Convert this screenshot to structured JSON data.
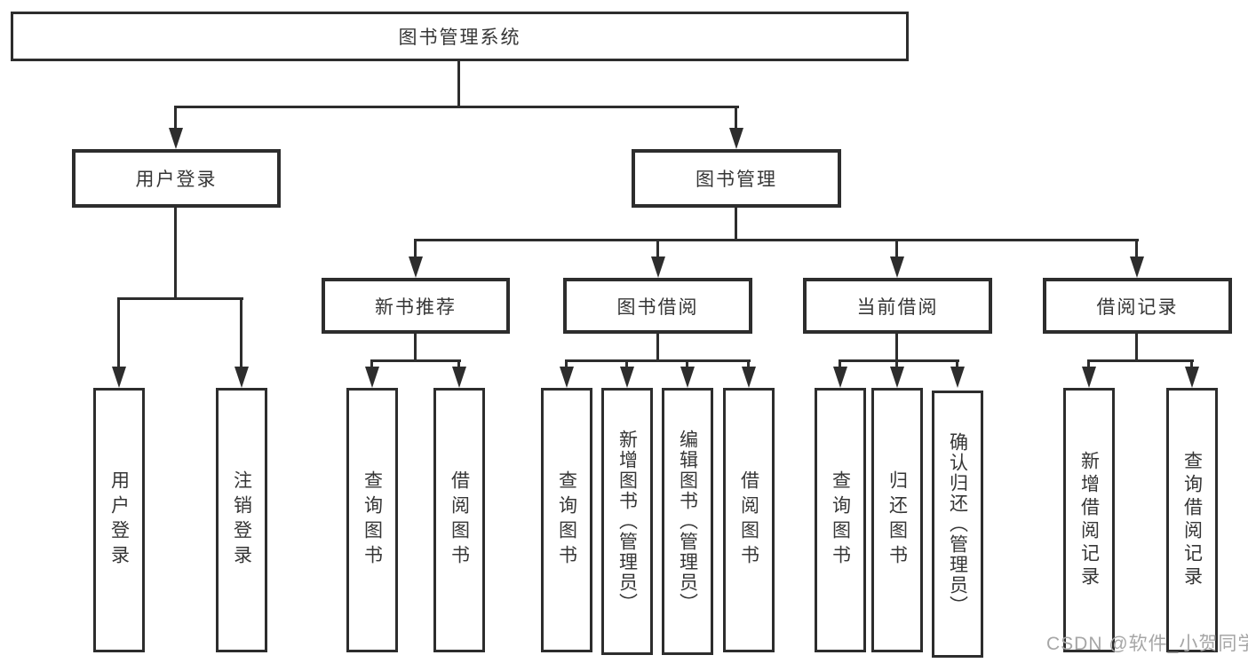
{
  "diagram": {
    "root": {
      "label": "图书管理系统"
    },
    "user_login": {
      "label": "用户登录",
      "children": [
        "用户登录",
        "注销登录"
      ]
    },
    "book_mgmt": {
      "label": "图书管理"
    },
    "new_book": {
      "label": "新书推荐",
      "children": [
        "查询图书",
        "借阅图书"
      ]
    },
    "borrow": {
      "label": "图书借阅",
      "children": [
        "查询图书",
        "新增图书（管理员）",
        "编辑图书（管理员）",
        "借阅图书"
      ]
    },
    "current": {
      "label": "当前借阅",
      "children": [
        "查询图书",
        "归还图书",
        "确认归还（管理员）"
      ]
    },
    "record": {
      "label": "借阅记录",
      "children": [
        "新增借阅记录",
        "查询借阅记录"
      ]
    }
  },
  "watermark": "CSDN @软件_小贺同学",
  "colors": {
    "line": "#2d2d2d",
    "text": "#363636",
    "watermark": "#a6a6a6",
    "background": "#ffffff"
  }
}
